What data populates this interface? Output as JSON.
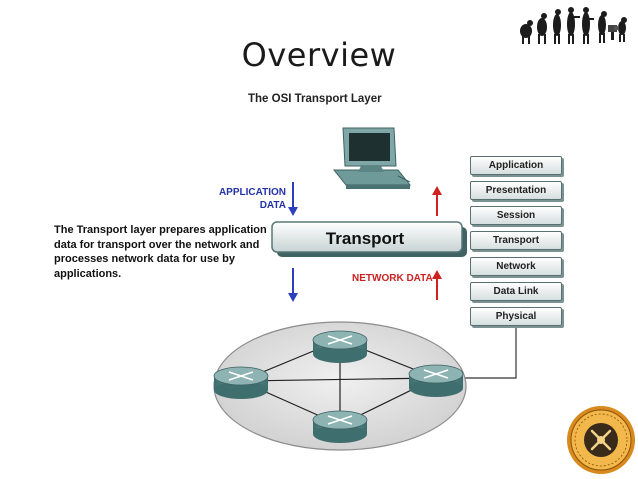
{
  "slide": {
    "title": "Overview",
    "diagram_title": "The OSI Transport Layer",
    "description": "The Transport layer prepares application data for transport over the network and processes network data for use by applications."
  },
  "diagram": {
    "app_data_line1": "APPLICATION",
    "app_data_line2": "DATA",
    "network_data": "NETWORK DATA",
    "transport_label": "Transport",
    "osi_layers": [
      "Application",
      "Presentation",
      "Session",
      "Transport",
      "Network",
      "Data Link",
      "Physical"
    ]
  },
  "colors": {
    "down_arrow": "#2b3fbf",
    "up_arrow": "#d02020",
    "router_teal": "#5e8c8c",
    "ellipse_gray": "#d9d9d9"
  },
  "icons": [
    "evolution-banner-icon",
    "computer-icon",
    "router-icon",
    "college-seal-icon"
  ]
}
